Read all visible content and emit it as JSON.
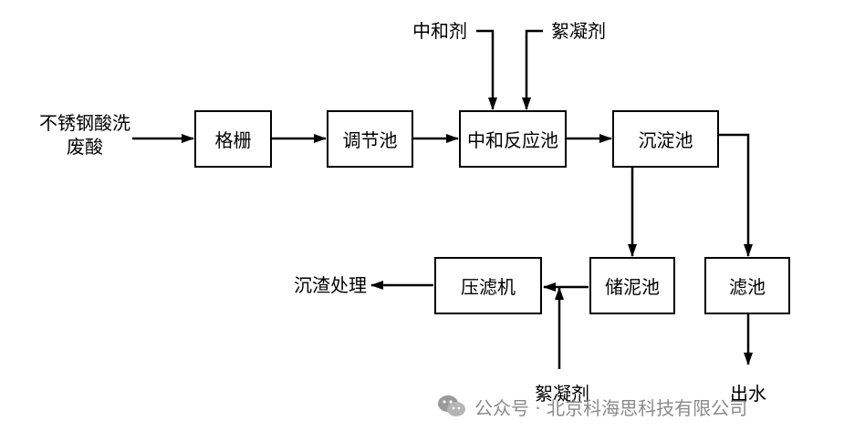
{
  "input_label_line1": "不锈钢酸洗",
  "input_label_line2": "废酸",
  "nodes": {
    "grille": "格栅",
    "adjust": "调节池",
    "neutral": "中和反应池",
    "sediment": "沉淀池",
    "sludge_store": "储泥池",
    "filter_press": "压滤机",
    "filter_pool": "滤池"
  },
  "reagents": {
    "neutralizer": "中和剂",
    "flocculant_top": "絮凝剂",
    "flocculant_bottom": "絮凝剂"
  },
  "outputs": {
    "slag": "沉渣处理",
    "water": "出水"
  },
  "watermark": {
    "text": "公众号 · 北京科海思科技有限公司",
    "icon": "wechat-icon"
  }
}
